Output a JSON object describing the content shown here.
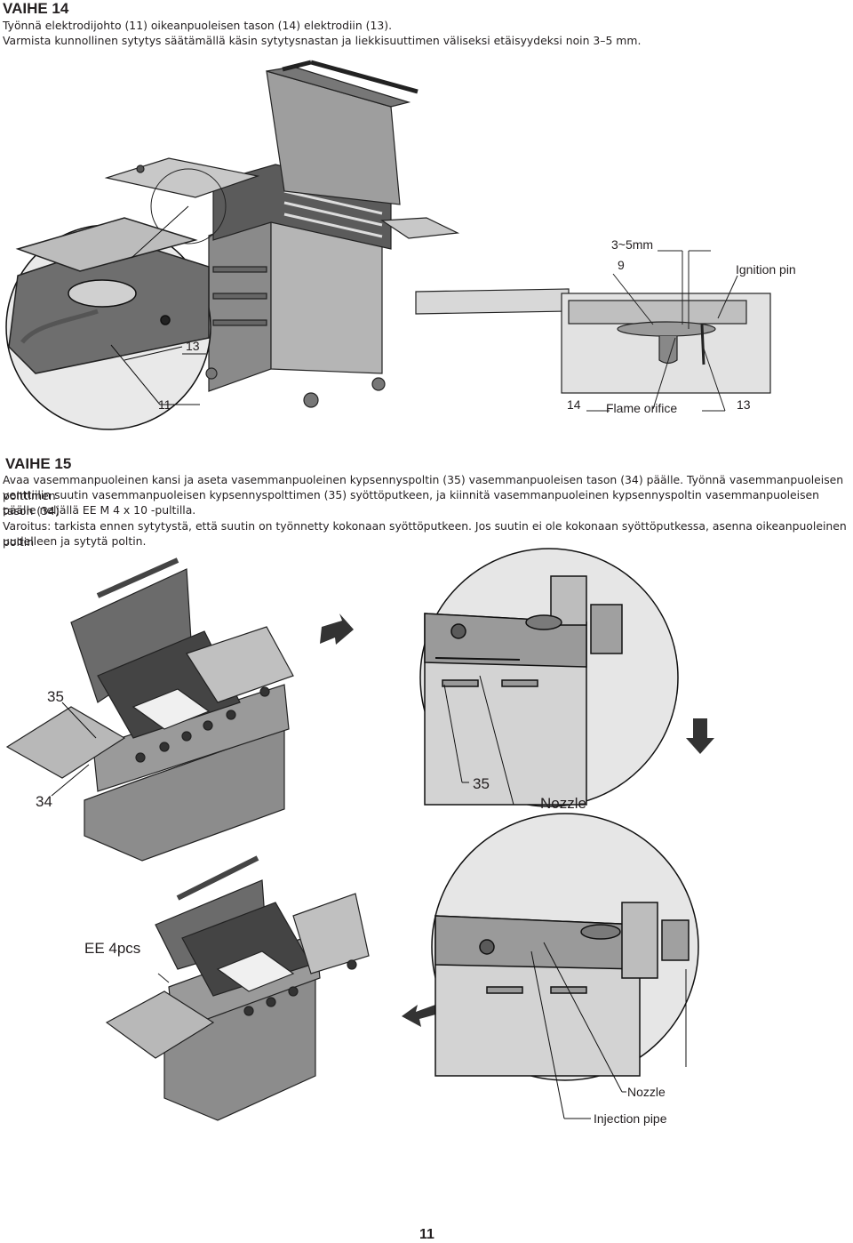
{
  "step14": {
    "title": "VAIHE 14",
    "line1": "Työnnä elektrodijohto (11) oikeanpuoleisen tason (14) elektrodiin (13).",
    "line2": "Varmista kunnollinen sytytys säätämällä käsin sytytysnastan ja liekkisuuttimen väliseksi etäisyydeksi noin 3–5 mm."
  },
  "figure1": {
    "label_13": "13",
    "label_11": "11",
    "gap": "3~5mm",
    "label_9": "9",
    "ignition_pin": "Ignition pin",
    "label_14": "14",
    "flame_orifice": "Flame orifice",
    "label_13b": "13"
  },
  "step15": {
    "title": "VAIHE 15",
    "line1": "Avaa vasemmanpuoleinen kansi ja aseta vasemmanpuoleinen kypsennyspoltin (35) vasemmanpuoleisen tason (34) päälle. Työnnä vasemmanpuoleisen polttimen",
    "line2": "venttiilin suutin vasemmanpuoleisen kypsennyspolttimen (35) syöttöputkeen, ja kiinnitä vasemmanpuoleinen kypsennyspoltin vasemmanpuoleisen tason (34)",
    "line3": "päälle neljällä EE M 4 x 10 -pultilla.",
    "line4": "Varoitus: tarkista ennen sytytystä, että suutin on työnnetty kokonaan syöttöputkeen. Jos suutin ei ole kokonaan syöttöputkessa, asenna oikeanpuoleinen poltin",
    "line5": "uudelleen ja sytytä poltin."
  },
  "figure2": {
    "label_35": "35",
    "label_34": "34",
    "label_35b": "35",
    "nozzle": "Nozzle",
    "ee": "EE 4pcs",
    "nozzle2": "Nozzle",
    "injection_pipe": "Injection pipe"
  },
  "page_number": "11"
}
